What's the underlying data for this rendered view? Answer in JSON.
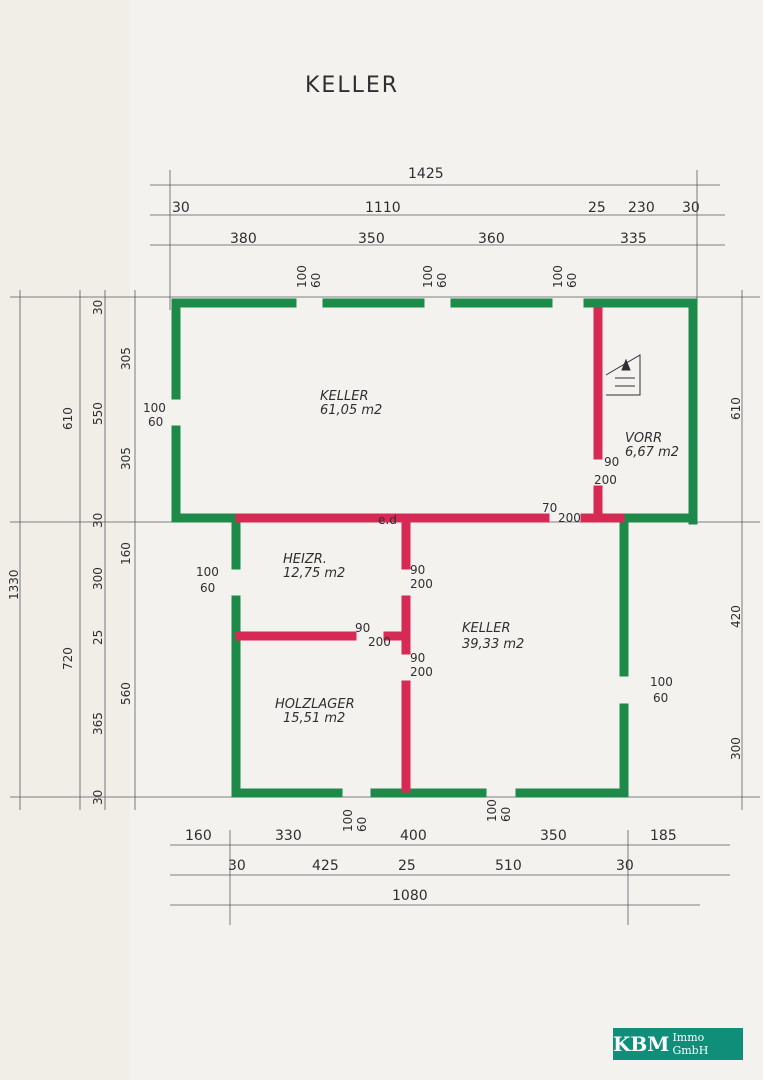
{
  "title": "KELLER",
  "rooms": [
    {
      "name": "KELLER",
      "area": "61,05 m2"
    },
    {
      "name": "VORR",
      "area": "6,67 m2"
    },
    {
      "name": "HEIZR.",
      "area": "12,75 m2"
    },
    {
      "name": "KELLER",
      "area": "39,33 m2"
    },
    {
      "name": "HOLZLAGER",
      "area": "15,51 m2"
    }
  ],
  "dims_top": {
    "overall": "1425",
    "row2": [
      "30",
      "1110",
      "25",
      "230",
      "30"
    ],
    "row3": [
      "380",
      "350",
      "360",
      "335"
    ]
  },
  "dims_left": [
    "610",
    "1330",
    "720",
    "30",
    "305",
    "550",
    "305",
    "30",
    "160",
    "300",
    "25",
    "365",
    "560",
    "30"
  ],
  "dims_right": [
    "610",
    "420",
    "300"
  ],
  "dims_bottom": {
    "row1": [
      "160",
      "330",
      "400",
      "350",
      "185"
    ],
    "row2": [
      "30",
      "425",
      "25",
      "510",
      "30"
    ],
    "overall": "1080"
  },
  "openings": {
    "window_top_1": [
      "100",
      "60"
    ],
    "window_top_2": [
      "100",
      "60"
    ],
    "window_top_3": [
      "100",
      "60"
    ],
    "window_left": [
      "100",
      "60"
    ],
    "door_vorr": [
      "90",
      "200"
    ],
    "door_vorr_bottom": [
      "70",
      "200"
    ],
    "door_heiz": [
      "90",
      "200"
    ],
    "door_holz_heiz": [
      "90",
      "200"
    ],
    "door_keller2": [
      "90",
      "200"
    ],
    "window_heiz": [
      "100",
      "60"
    ],
    "window_right": [
      "100",
      "60"
    ],
    "window_bottom_1": [
      "100",
      "60"
    ],
    "window_bottom_2": [
      "100",
      "60"
    ],
    "misc_tag": "e.d"
  },
  "logo": {
    "brand": "KBM",
    "suffix": "Immo GmbH"
  },
  "colors": {
    "outer_wall": "#1e8a4a",
    "inner_wall": "#d62a55",
    "ink": "#2f2f33",
    "logo_bg": "#0f8f7a"
  }
}
